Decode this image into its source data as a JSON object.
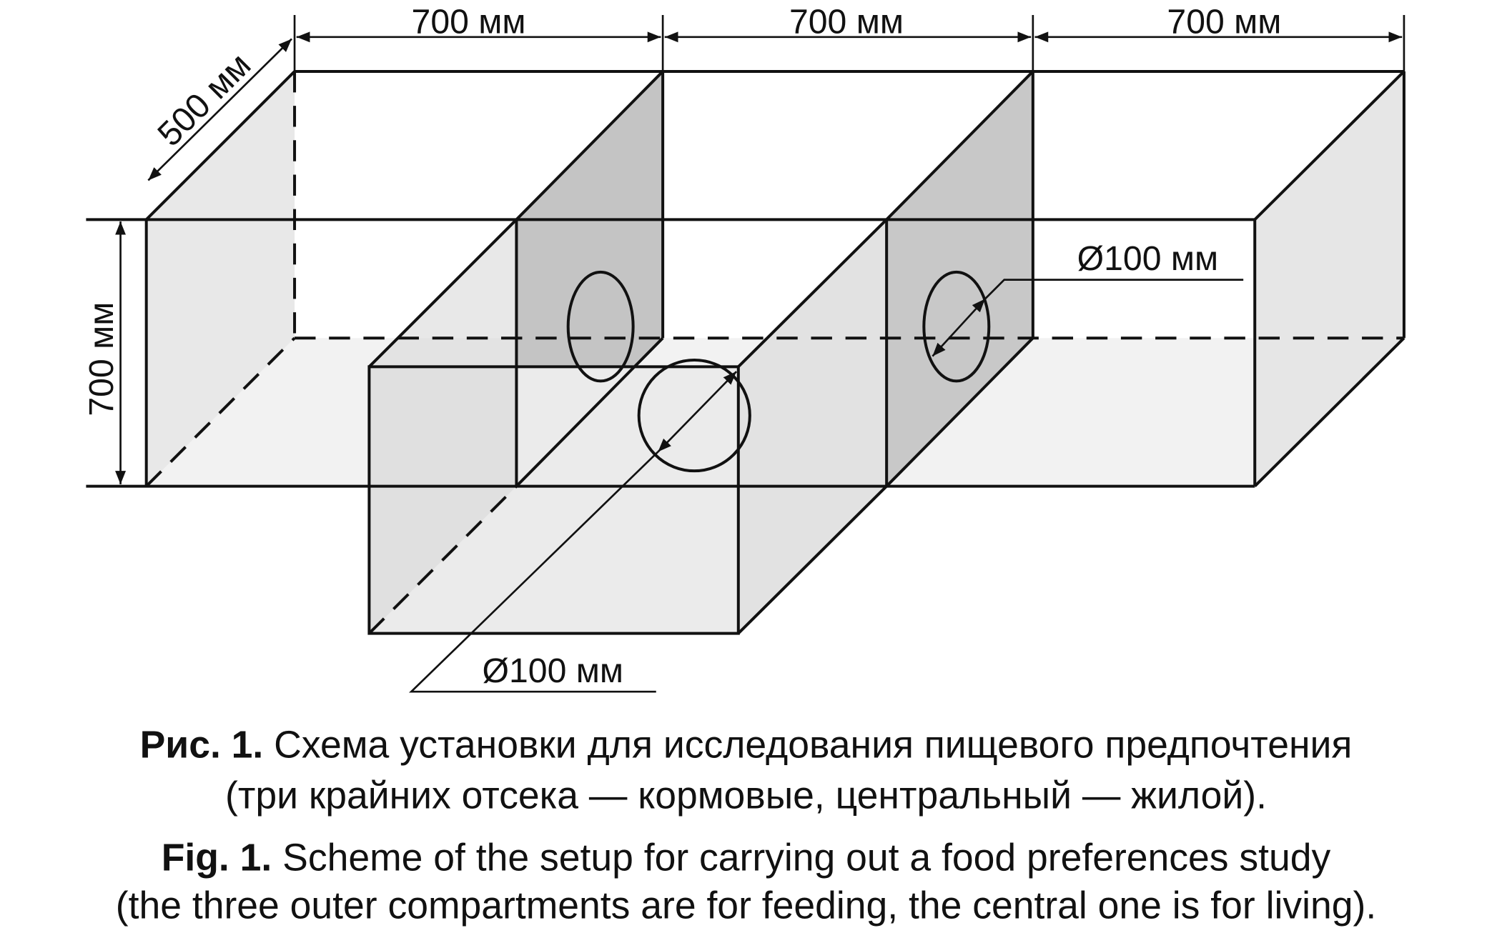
{
  "dimensions": {
    "width_1": "700 мм",
    "width_2": "700 мм",
    "width_3": "700 мм",
    "depth": "500 мм",
    "height": "700 мм",
    "hole_right": "Ø100 мм",
    "hole_front": "Ø100 мм"
  },
  "caption": {
    "ru_label": "Рис. 1.",
    "ru_line1": " Схема установки для исследования пищевого предпочтения",
    "ru_line2": "(три крайних отсека — кормовые, центральный — жилой).",
    "en_label": "Fig. 1.",
    "en_line1": " Scheme of the setup for carrying out a food preferences study",
    "en_line2": "(the three outer compartments are for feeding, the central one is for living)."
  },
  "colors": {
    "line": "#111111",
    "partition": "#c4c4c4",
    "face": "#e6e6e6",
    "floor": "#f2f2f2"
  }
}
